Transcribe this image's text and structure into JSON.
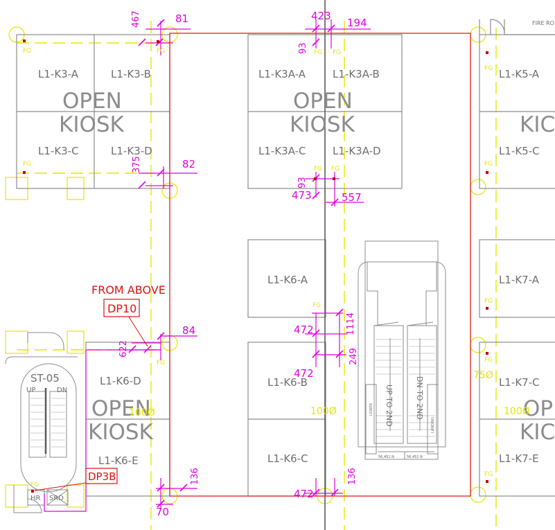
{
  "colors": {
    "background": "#ffffff",
    "wall": "#8c8c8c",
    "wall_dark": "#5a5a5a",
    "gridline_yellow": "#e6e600",
    "boundary_red": "#e03030",
    "dimension_magenta": "#e000e0",
    "text_gray": "#6e6e6e",
    "annotation_red": "#e01010",
    "fixture_red": "#c00000"
  },
  "notes": {
    "fire_route": "FIRE RO",
    "from_above": "FROM ABOVE"
  },
  "tags": {
    "dp10": "DP10",
    "dp3b": "DP3B"
  },
  "kiosks": {
    "k3_a": "L1-K3-A",
    "k3_b": "L1-K3-B",
    "k3_c": "L1-K3-C",
    "k3_d": "L1-K3-D",
    "k3a_a": "L1-K3A-A",
    "k3a_b": "L1-K3A-B",
    "k3a_c": "L1-K3A-C",
    "k3a_d": "L1-K3A-D",
    "k5_a": "L1-K5-A",
    "k5_c": "L1-K5-C",
    "k6_a": "L1-K6-A",
    "k6_b": "L1-K6-B",
    "k6_c": "L1-K6-C",
    "k6_d": "L1-K6-D",
    "k6_e": "L1-K6-E",
    "k7_a": "L1-K7-A",
    "k7_c": "L1-K7-C",
    "k7_e": "L1-K7-E"
  },
  "big_labels": {
    "open": "OPEN",
    "kiosk": "KIOSK",
    "open_partial": "OP",
    "kiosk_partial_1": "KIC",
    "kiosk_partial_2": "KIC"
  },
  "stair": {
    "name": "ST-05",
    "up": "UP",
    "dn": "DN",
    "hr": "HR",
    "srd": "SRD"
  },
  "escalator": {
    "left_label": "UP TO 2ND",
    "right_label": "DN TO 2ND",
    "lower": "LOWER",
    "landing": "LANDING",
    "width_left": "56,451 N",
    "width_right": "56,451 N"
  },
  "fixtures": {
    "fg": "FG"
  },
  "pipe_sizes": {
    "p100_a": "100Ø",
    "p100_b": "100Ø",
    "p100_c": "100Ø",
    "p75": "75Ø"
  },
  "dimensions": {
    "d467": "467",
    "d81": "81",
    "d423": "423",
    "d194": "194",
    "d93_top": "93",
    "d375": "375",
    "d82": "82",
    "d93_mid": "93",
    "d473": "473",
    "d557": "557",
    "d472_a": "472",
    "d1114": "1114",
    "d249": "249",
    "d472_b": "472",
    "d622": "622",
    "d84": "84",
    "d136_left": "136",
    "d70": "70",
    "d136_right": "136",
    "d472_c": "472"
  }
}
